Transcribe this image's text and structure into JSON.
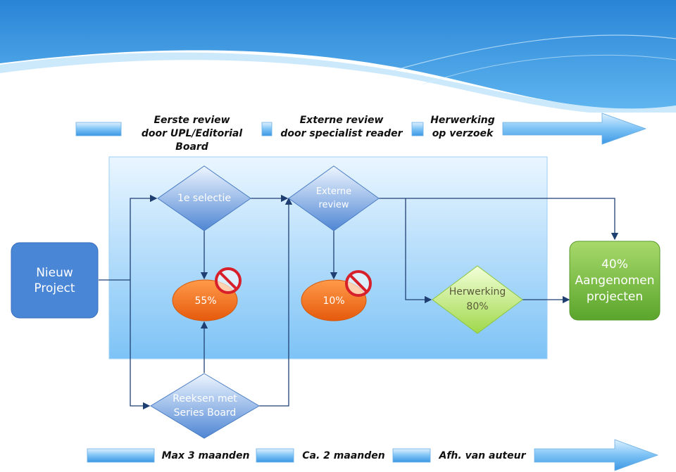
{
  "phases": [
    "Eerste review\ndoor UPL/Editorial Board",
    "Externe review\ndoor specialist reader",
    "Herwerking\nop verzoek"
  ],
  "nodes": {
    "start": "Nieuw\nProject",
    "selectie": "1e selectie",
    "externe_review": "Externe\nreview",
    "reject1": "55%",
    "reject2": "10%",
    "herwerking": "Herwerking\n80%",
    "accepted": "40%\nAangenomen\nprojecten",
    "reeksen": "Reeksen met\nSeries Board"
  },
  "timeline": [
    "Max 3 maanden",
    "Ca. 2 maanden",
    "Afh. van auteur"
  ],
  "colors": {
    "header_blue": "#3d9be0",
    "panel_blue": "#8ccaf7",
    "node_blue": "#4a86d6",
    "reject_orange": "#f26b16",
    "herwerking_green": "#b5e06a",
    "accepted_green": "#6fb43a",
    "forbidden_red": "#d8202a"
  },
  "icons": {
    "reject_marker": "prohibited-icon"
  }
}
